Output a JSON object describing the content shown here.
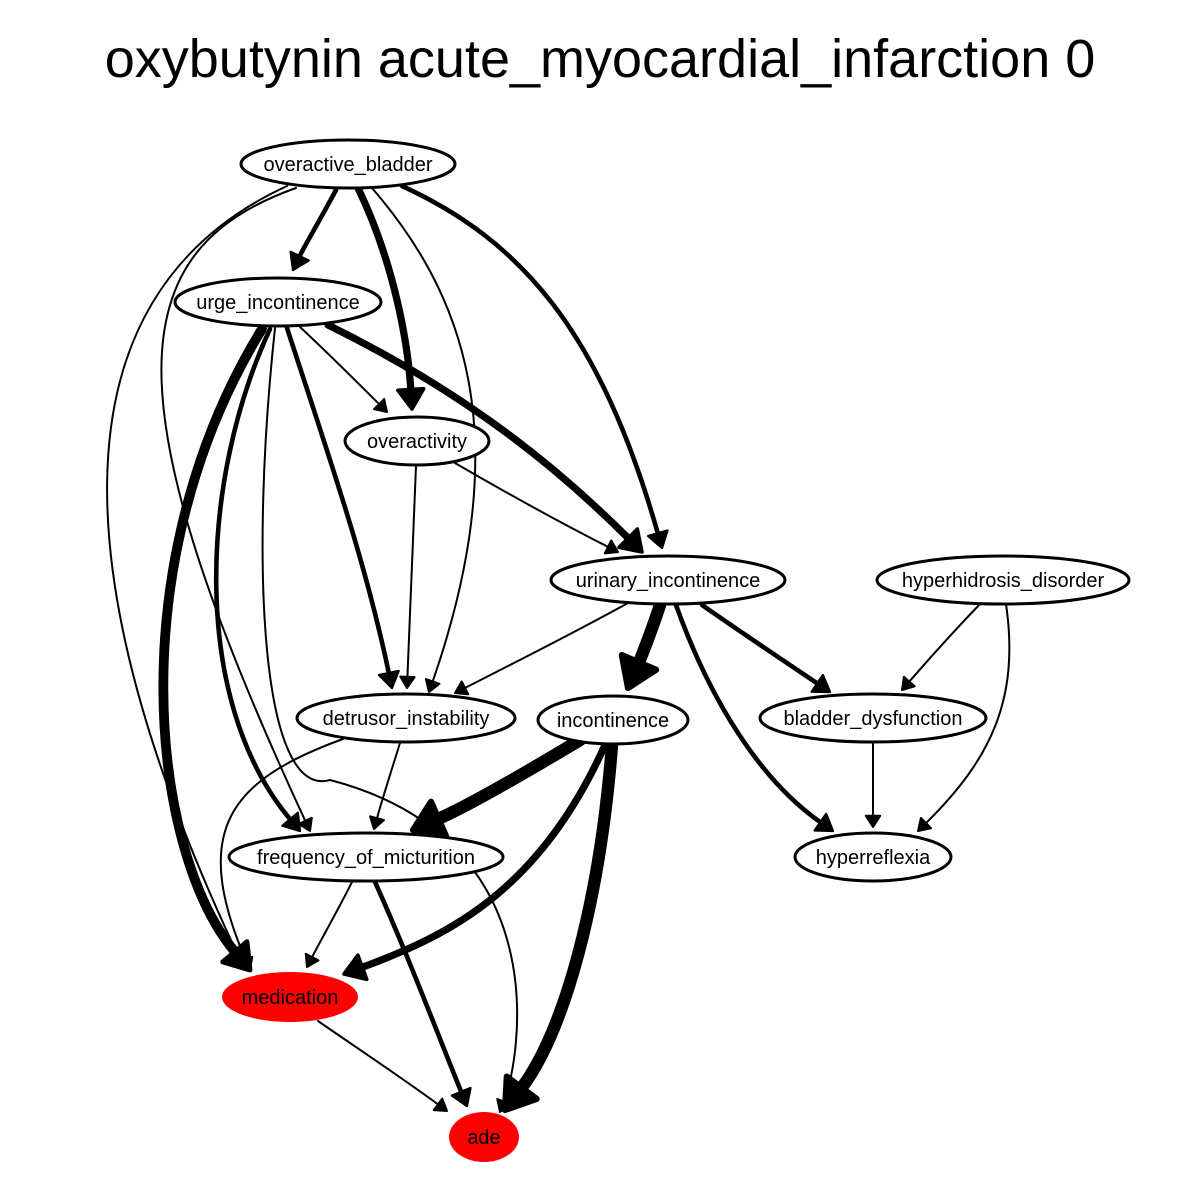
{
  "title": "oxybutynin acute_myocardial_infarction 0",
  "colors": {
    "highlight_node_fill": "#ff0000",
    "node_fill": "#ffffff",
    "stroke": "#000000"
  },
  "nodes": [
    {
      "id": "overactive_bladder",
      "label": "overactive_bladder",
      "highlight": false
    },
    {
      "id": "urge_incontinence",
      "label": "urge_incontinence",
      "highlight": false
    },
    {
      "id": "overactivity",
      "label": "overactivity",
      "highlight": false
    },
    {
      "id": "urinary_incontinence",
      "label": "urinary_incontinence",
      "highlight": false
    },
    {
      "id": "hyperhidrosis_disorder",
      "label": "hyperhidrosis_disorder",
      "highlight": false
    },
    {
      "id": "detrusor_instability",
      "label": "detrusor_instability",
      "highlight": false
    },
    {
      "id": "incontinence",
      "label": "incontinence",
      "highlight": false
    },
    {
      "id": "bladder_dysfunction",
      "label": "bladder_dysfunction",
      "highlight": false
    },
    {
      "id": "frequency_of_micturition",
      "label": "frequency_of_micturition",
      "highlight": false
    },
    {
      "id": "hyperreflexia",
      "label": "hyperreflexia",
      "highlight": false
    },
    {
      "id": "medication",
      "label": "medication",
      "highlight": true
    },
    {
      "id": "ade",
      "label": "ade",
      "highlight": true
    }
  ],
  "edges": [
    {
      "from": "overactive_bladder",
      "to": "urge_incontinence",
      "weight": 3
    },
    {
      "from": "overactive_bladder",
      "to": "overactivity",
      "weight": 4
    },
    {
      "from": "overactive_bladder",
      "to": "urinary_incontinence",
      "weight": 3
    },
    {
      "from": "overactive_bladder",
      "to": "detrusor_instability",
      "weight": 2
    },
    {
      "from": "overactive_bladder",
      "to": "frequency_of_micturition",
      "weight": 2
    },
    {
      "from": "overactive_bladder",
      "to": "medication",
      "weight": 2
    },
    {
      "from": "urge_incontinence",
      "to": "overactivity",
      "weight": 2
    },
    {
      "from": "urge_incontinence",
      "to": "urinary_incontinence",
      "weight": 4
    },
    {
      "from": "urge_incontinence",
      "to": "detrusor_instability",
      "weight": 3
    },
    {
      "from": "urge_incontinence",
      "to": "frequency_of_micturition",
      "weight": 3
    },
    {
      "from": "urge_incontinence",
      "to": "medication",
      "weight": 5
    },
    {
      "from": "urge_incontinence",
      "to": "ade",
      "weight": 2
    },
    {
      "from": "overactivity",
      "to": "urinary_incontinence",
      "weight": 2
    },
    {
      "from": "overactivity",
      "to": "detrusor_instability",
      "weight": 2
    },
    {
      "from": "urinary_incontinence",
      "to": "detrusor_instability",
      "weight": 2
    },
    {
      "from": "urinary_incontinence",
      "to": "incontinence",
      "weight": 6
    },
    {
      "from": "urinary_incontinence",
      "to": "bladder_dysfunction",
      "weight": 3
    },
    {
      "from": "urinary_incontinence",
      "to": "hyperreflexia",
      "weight": 3
    },
    {
      "from": "hyperhidrosis_disorder",
      "to": "bladder_dysfunction",
      "weight": 2
    },
    {
      "from": "hyperhidrosis_disorder",
      "to": "hyperreflexia",
      "weight": 2
    },
    {
      "from": "bladder_dysfunction",
      "to": "hyperreflexia",
      "weight": 2
    },
    {
      "from": "detrusor_instability",
      "to": "frequency_of_micturition",
      "weight": 2
    },
    {
      "from": "detrusor_instability",
      "to": "medication",
      "weight": 2
    },
    {
      "from": "incontinence",
      "to": "frequency_of_micturition",
      "weight": 6
    },
    {
      "from": "incontinence",
      "to": "medication",
      "weight": 4
    },
    {
      "from": "incontinence",
      "to": "ade",
      "weight": 6
    },
    {
      "from": "frequency_of_micturition",
      "to": "medication",
      "weight": 2
    },
    {
      "from": "frequency_of_micturition",
      "to": "ade",
      "weight": 3
    },
    {
      "from": "medication",
      "to": "ade",
      "weight": 2
    }
  ]
}
